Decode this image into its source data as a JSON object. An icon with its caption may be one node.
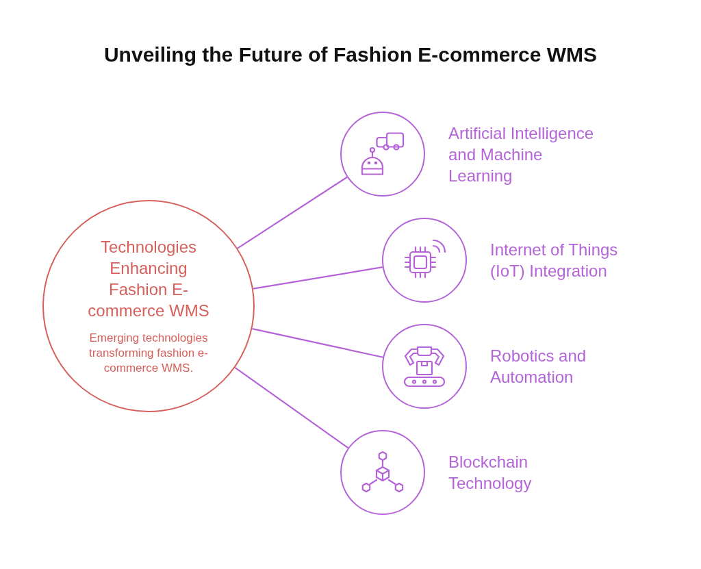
{
  "diagram": {
    "title": "Unveiling the Future of Fashion E-commerce WMS",
    "nodes": [
      {
        "text": [
          "Technologies Enhancing Fashion E-commerce WMS",
          "Emerging technologies transforming fashion e-commerce WMS."
        ]
      },
      {
        "text": [
          "Artificial Intelligence and Machine Learning"
        ]
      },
      {
        "text": [
          "Internet of Things (IoT) Integration"
        ]
      },
      {
        "text": [
          "Robotics and Automation"
        ]
      },
      {
        "text": [
          "Blockchain Technology"
        ]
      }
    ],
    "edges": [
      {
        "from": 0,
        "to": 1,
        "arrow": "none"
      },
      {
        "from": 0,
        "to": 2,
        "arrow": "none"
      },
      {
        "from": 0,
        "to": 3,
        "arrow": "none"
      },
      {
        "from": 0,
        "to": 4,
        "arrow": "none"
      }
    ]
  }
}
